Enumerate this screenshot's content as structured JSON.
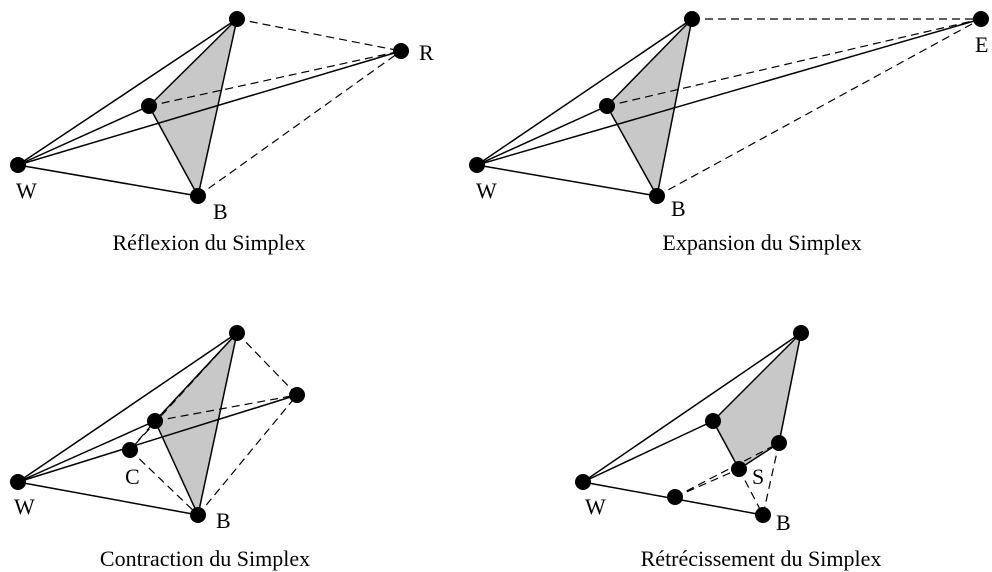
{
  "colors": {
    "face": "#c8c8c8",
    "ink": "#000000",
    "background": "#ffffff"
  },
  "panels": [
    {
      "caption": "Réflexion du Simplex",
      "labels": {
        "w": "W",
        "b": "B",
        "extra": "R"
      }
    },
    {
      "caption": "Expansion du Simplex",
      "labels": {
        "w": "W",
        "b": "B",
        "extra": "E"
      }
    },
    {
      "caption": "Contraction du Simplex",
      "labels": {
        "w": "W",
        "b": "B",
        "extra": "C"
      }
    },
    {
      "caption": "Rétrécissement du Simplex",
      "labels": {
        "w": "W",
        "b": "B",
        "extra": "S"
      }
    }
  ]
}
